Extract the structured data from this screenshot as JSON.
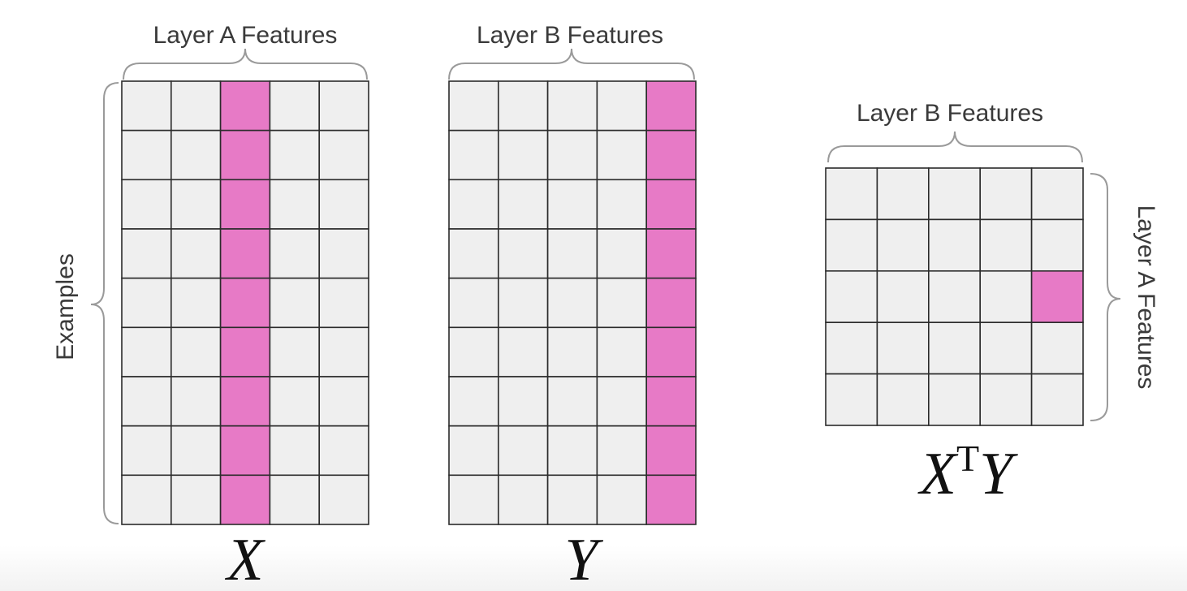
{
  "colors": {
    "cell": "#efefef",
    "highlight": "#e77ac6",
    "grid": "#2b2b2b",
    "brace": "#9a9a9a"
  },
  "matrices": [
    {
      "id": "x",
      "rows": 9,
      "cols": 5,
      "highlight_columns": [
        2
      ],
      "highlight_cells": [],
      "top_label": "Layer A Features",
      "left_label": "Examples",
      "right_label": "",
      "symbol": "X",
      "symbol_sup": "",
      "symbol_tail": ""
    },
    {
      "id": "y",
      "rows": 9,
      "cols": 5,
      "highlight_columns": [
        4
      ],
      "highlight_cells": [],
      "top_label": "Layer B Features",
      "left_label": "",
      "right_label": "",
      "symbol": "Y",
      "symbol_sup": "",
      "symbol_tail": ""
    },
    {
      "id": "xty",
      "rows": 5,
      "cols": 5,
      "highlight_columns": [],
      "highlight_cells": [
        [
          2,
          4
        ]
      ],
      "top_label": "Layer B Features",
      "left_label": "",
      "right_label": "Layer A Features",
      "symbol": "X",
      "symbol_sup": "T",
      "symbol_tail": "Y"
    }
  ]
}
